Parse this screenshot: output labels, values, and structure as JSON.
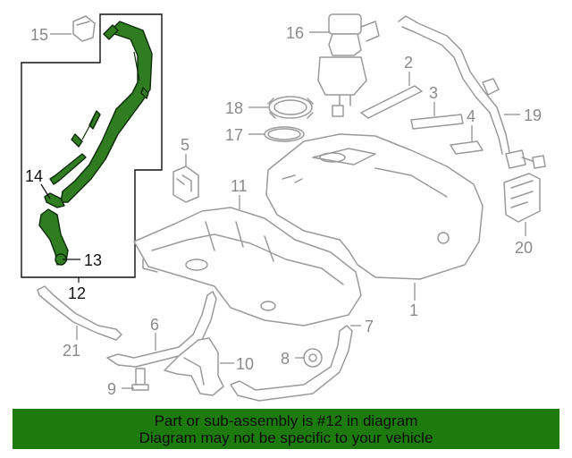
{
  "banner": {
    "line1": "Part or sub-assembly is #12 in diagram",
    "line2": "Diagram may not be specific to your vehicle"
  },
  "callouts": {
    "c1": "1",
    "c2": "2",
    "c3": "3",
    "c4": "4",
    "c5": "5",
    "c6": "6",
    "c7": "7",
    "c8": "8",
    "c9": "9",
    "c10": "10",
    "c11": "11",
    "c12": "12",
    "c13": "13",
    "c14": "14",
    "c15": "15",
    "c16": "16",
    "c17": "17",
    "c18": "18",
    "c19": "19",
    "c20": "20",
    "c21": "21"
  },
  "highlight_color": "#2f7d20",
  "banner_color": "#1d7a0c"
}
